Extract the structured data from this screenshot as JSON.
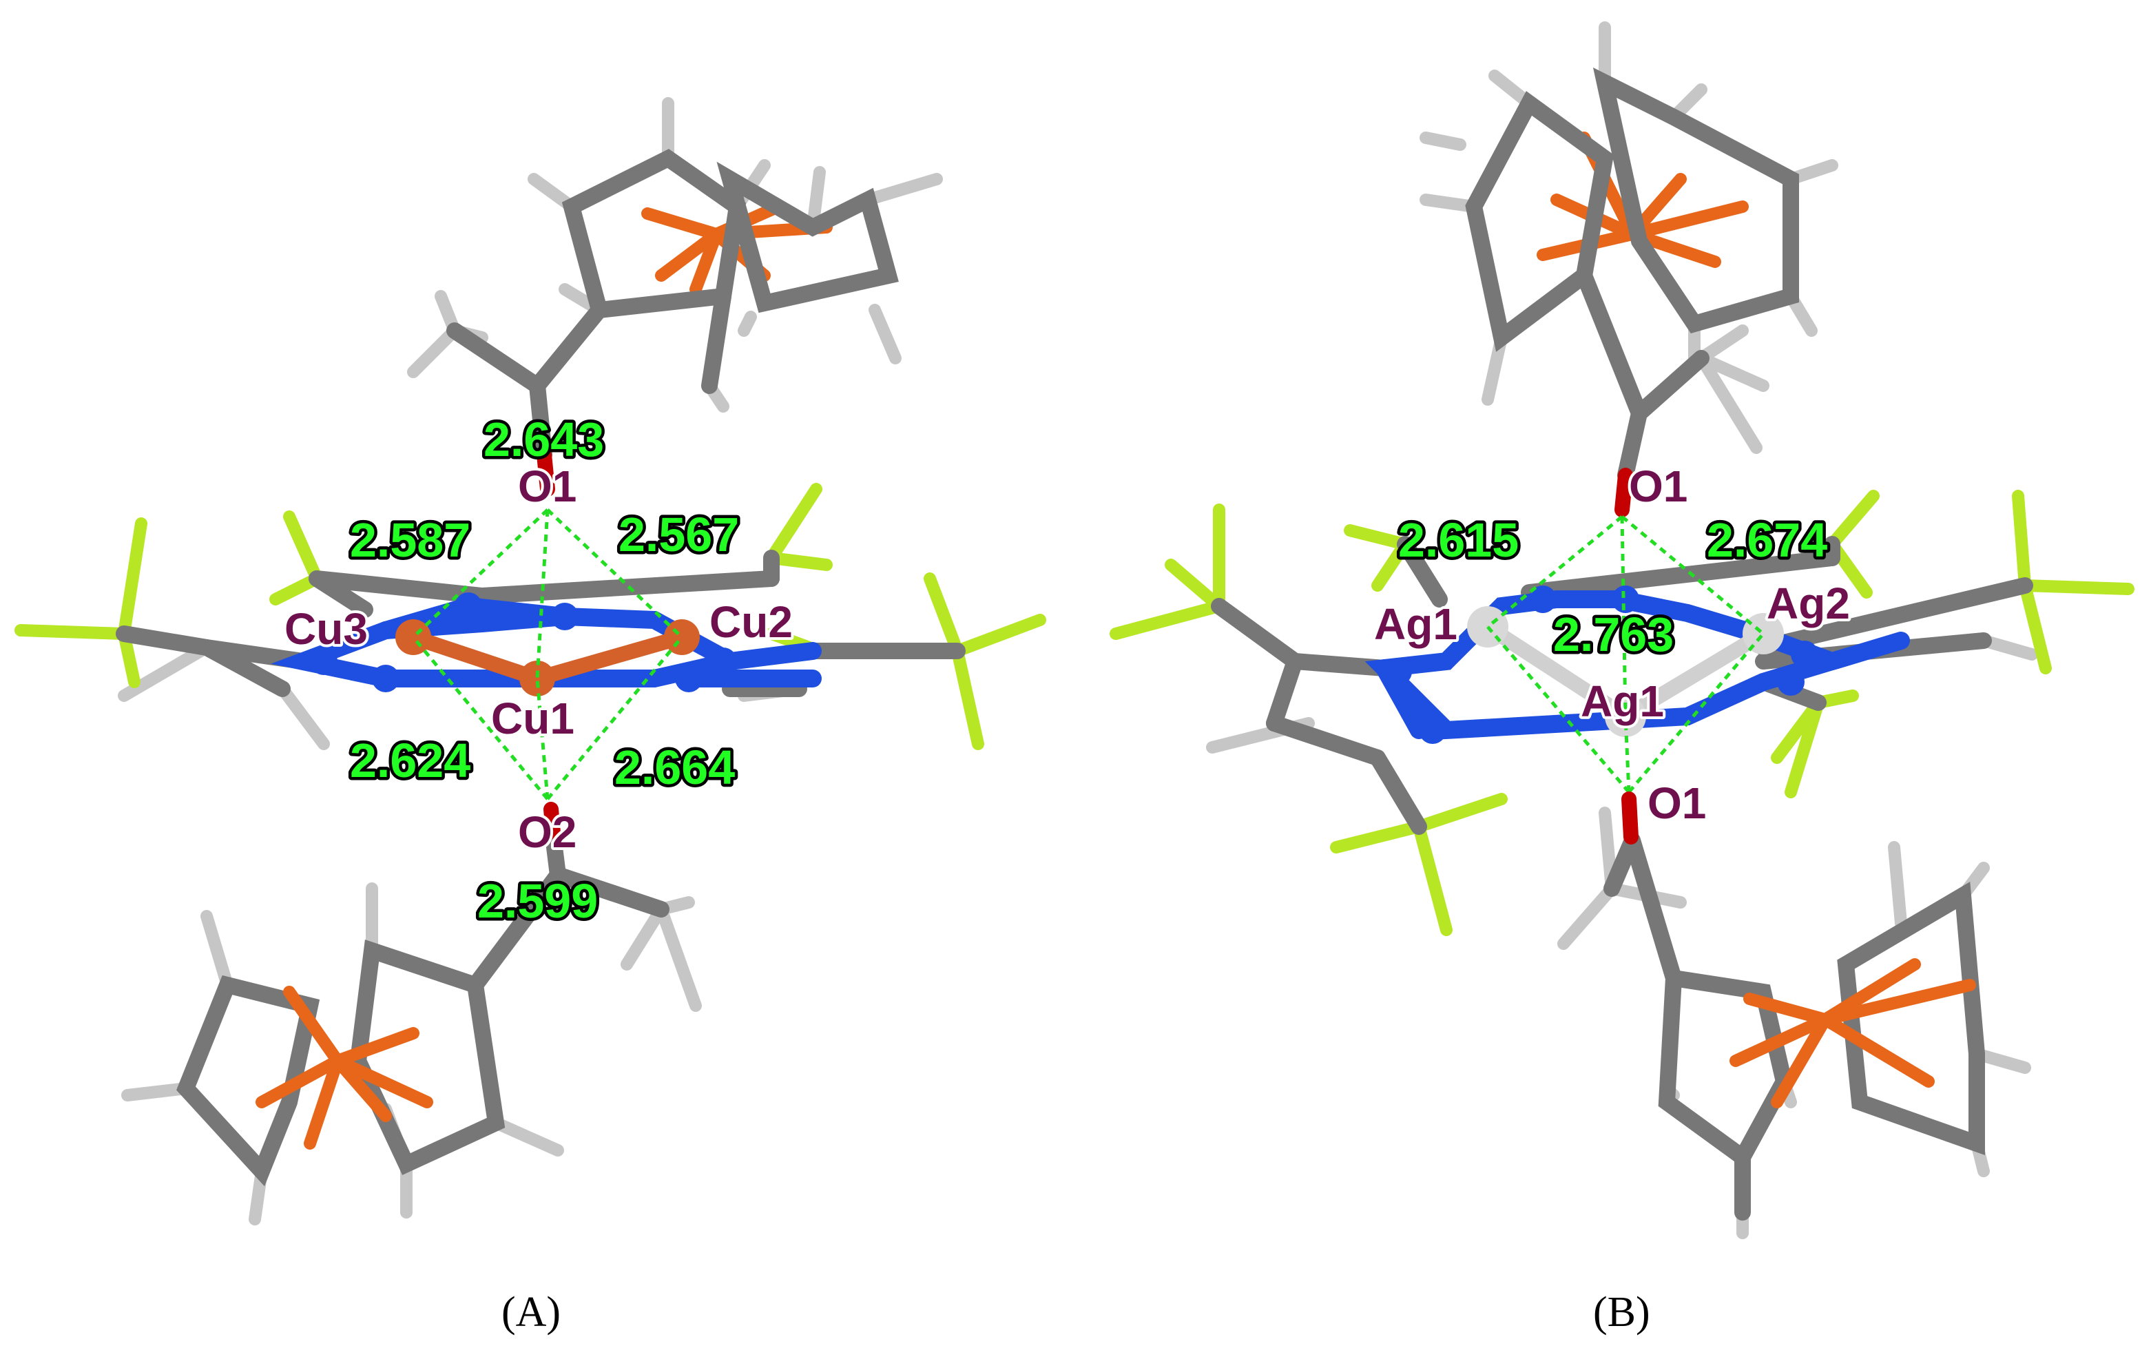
{
  "panels": [
    {
      "caption": "(A)",
      "atoms": [
        "O1",
        "Cu3",
        "Cu2",
        "Cu1",
        "O2"
      ],
      "distances": [
        "2.643",
        "2.587",
        "2.567",
        "2.624",
        "2.664",
        "2.599"
      ]
    },
    {
      "caption": "(B)",
      "atoms": [
        "O1",
        "Ag1",
        "Ag2",
        "Ag1",
        "O1"
      ],
      "distances": [
        "2.615",
        "2.674",
        "2.763"
      ]
    }
  ],
  "colors": {
    "carbon": "#777777",
    "hydrogen": "#c6c6c6",
    "fluorine": "#b7e625",
    "nitrogen": "#1e4fe0",
    "iron": "#e8661a",
    "oxygen": "#c40000",
    "copper": "#d4602a",
    "silver": "#d0d0d0",
    "contact_line": "#22dd22",
    "atom_label": "#6e0f4e",
    "distance_label": "#22ff22"
  }
}
